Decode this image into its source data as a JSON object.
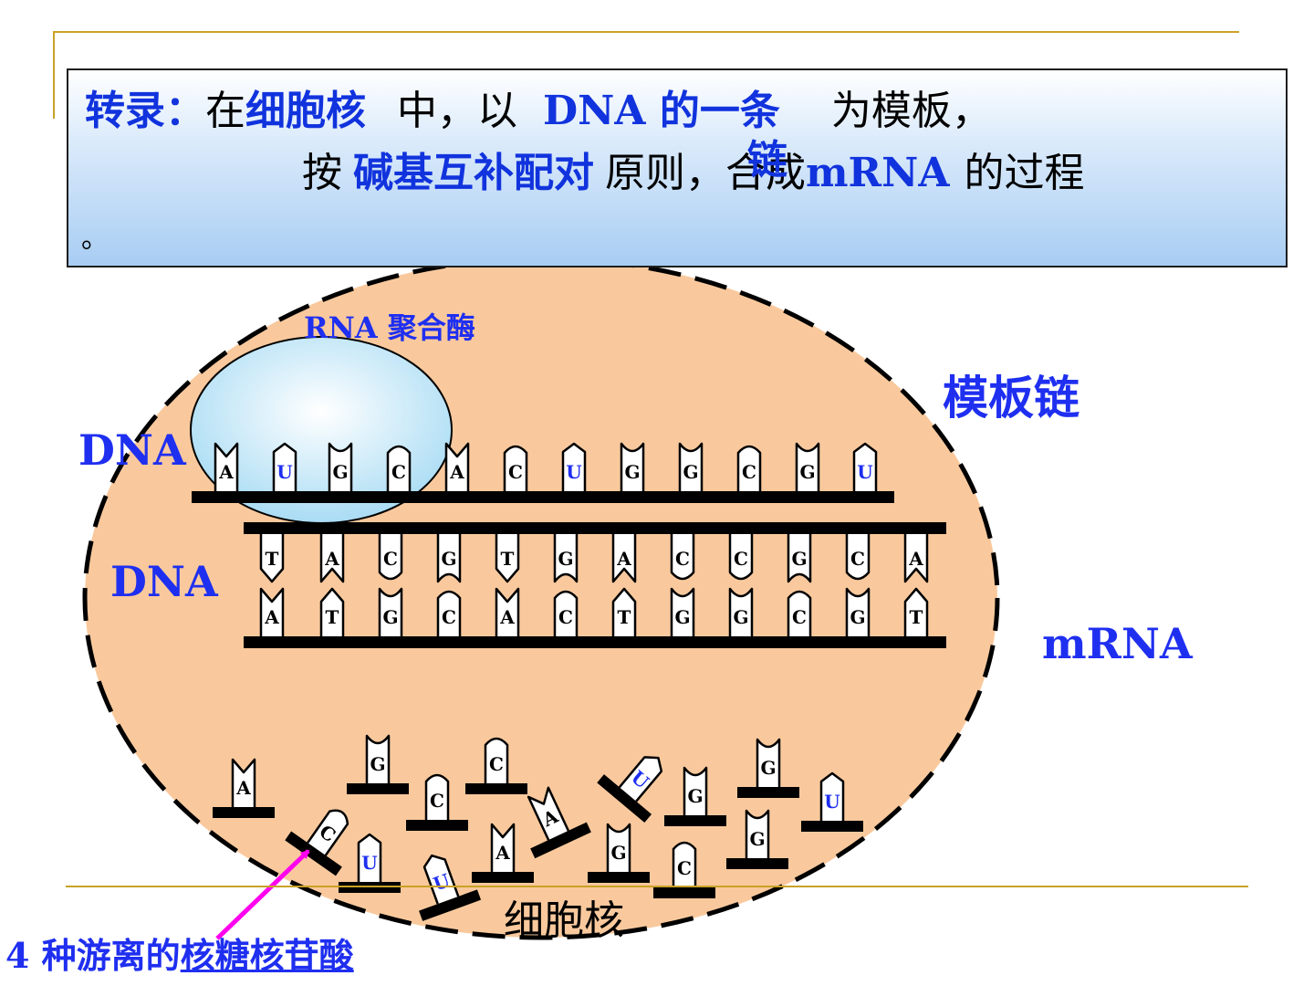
{
  "definition": {
    "term": "转录：",
    "l1_a": "在",
    "l1_b": "细胞核",
    "l1_c": "中，以",
    "l1_d": "DNA 的一条",
    "l1_e": "为模板，",
    "l2_a": "按",
    "l2_b": "碱基互补配对",
    "l2_c": "原则，合成",
    "l2_d": "mRNA",
    "l2_e": "的过程",
    "l3": "。",
    "overlap_char": "链"
  },
  "labels": {
    "rna_polymerase": "RNA 聚合酶",
    "template_strand": "模板链",
    "dna_top": "DNA",
    "dna_mid": "DNA",
    "mrna": "mRNA",
    "nucleus": "细胞核",
    "caption_a": "4 种游离的",
    "caption_b": "核糖核苷酸"
  },
  "strands": {
    "mrna_bases": [
      "A",
      "U",
      "G",
      "C",
      "A",
      "C",
      "U",
      "G",
      "G",
      "C",
      "G",
      "U"
    ],
    "dna_upper_bases": [
      "T",
      "A",
      "C",
      "G",
      "T",
      "G",
      "A",
      "C",
      "C",
      "G",
      "C",
      "A"
    ],
    "dna_lower_bases": [
      "A",
      "T",
      "G",
      "C",
      "A",
      "C",
      "T",
      "G",
      "G",
      "C",
      "G",
      "T"
    ]
  },
  "free_nucleotides": [
    "A",
    "C",
    "G",
    "C",
    "C",
    "U",
    "U",
    "A",
    "A",
    "G",
    "U",
    "G",
    "G",
    "C",
    "G",
    "U"
  ],
  "colors": {
    "nucleus_fill": "#f9c99d",
    "polymerase_fill": "#b4e3f7",
    "blue_text": "#1f2ff0",
    "gold_rule": "#c9a227",
    "pointer": "#ff00ee"
  }
}
